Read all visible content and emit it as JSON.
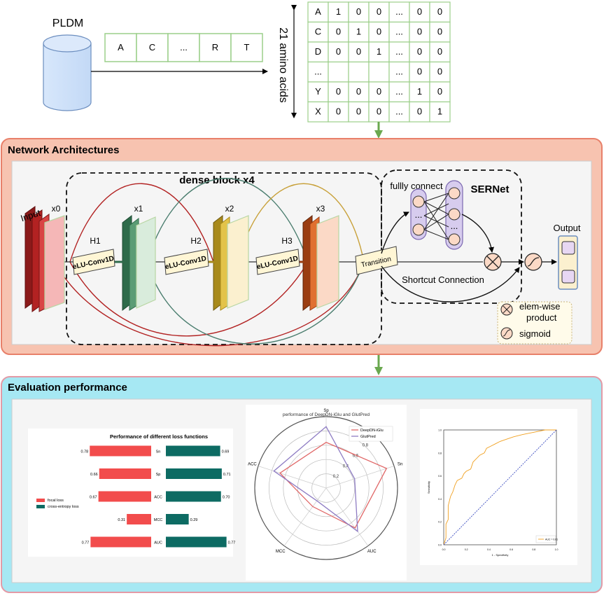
{
  "top": {
    "db_label": "PLDM",
    "sequence": [
      "A",
      "C",
      "...",
      "R",
      "T"
    ],
    "rotated_label": "21 amino acids",
    "onehot_rows": [
      [
        "A",
        "1",
        "0",
        "0",
        "...",
        "0",
        "0"
      ],
      [
        "C",
        "0",
        "1",
        "0",
        "...",
        "0",
        "0"
      ],
      [
        "D",
        "0",
        "0",
        "1",
        "...",
        "0",
        "0"
      ],
      [
        "...",
        "",
        "",
        "",
        "...",
        "0",
        "0"
      ],
      [
        "Y",
        "0",
        "0",
        "0",
        "...",
        "1",
        "0"
      ],
      [
        "X",
        "0",
        "0",
        "0",
        "...",
        "0",
        "1"
      ]
    ]
  },
  "network": {
    "title": "Network Architectures",
    "dense_block": "dense block x4",
    "input_label": "Input",
    "x_labels": [
      "x0",
      "x1",
      "x2",
      "x3"
    ],
    "h_labels": [
      "H1",
      "H2",
      "H3"
    ],
    "conv_label": "eLU-Conv1D",
    "transition_label": "Transition",
    "fully_connect": "fullly connect",
    "sernet": "SERNet",
    "dots": "...",
    "shortcut": "Shortcut Connection",
    "output": "Output",
    "legend_elem1": "elem-wise",
    "legend_elem2": "product",
    "legend_sigmoid": "sigmoid"
  },
  "evaluation": {
    "title": "Evaluation performance"
  },
  "colors": {
    "network_fill": "#f7c3b0",
    "network_border": "#e8806a",
    "eval_fill": "#a6e8f3",
    "eval_border": "#e39aa6",
    "green_arrow": "#6aa84f",
    "red_line": "#b22222",
    "teal_line": "#4a7d6e",
    "gold_line": "#c8a13a"
  },
  "chart_data": [
    {
      "type": "bar",
      "title": "Performance of different loss functions",
      "categories": [
        "Sn",
        "Sp",
        "ACC",
        "MCC",
        "AUC"
      ],
      "series": [
        {
          "name": "focal loss",
          "values": [
            0.78,
            0.66,
            0.67,
            0.31,
            0.77
          ],
          "color": "#f24c4c"
        },
        {
          "name": "cross-entropy loss",
          "values": [
            0.69,
            0.71,
            0.7,
            0.29,
            0.77
          ],
          "color": "#0d6b63"
        }
      ]
    },
    {
      "type": "radar",
      "title": "performance of DeepDN-iGlu and GlutPred",
      "axes": [
        "Sp",
        "Sn",
        "AUC",
        "MCC",
        "ACC"
      ],
      "ticks": [
        "0.2",
        "0.4",
        "0.6",
        "0.8"
      ],
      "rmax": 1.0,
      "series": [
        {
          "name": "DeepDN-iGlu",
          "values": [
            0.64,
            0.89,
            0.69,
            0.32,
            0.68
          ],
          "color": "#e06666"
        },
        {
          "name": "GlutPred",
          "values": [
            0.86,
            0.42,
            0.75,
            0.22,
            0.77
          ],
          "color": "#8e7cc3"
        }
      ]
    },
    {
      "type": "line",
      "title": "",
      "xlabel": "1 - Specificity",
      "ylabel": "Sensitivity",
      "xlim": [
        0,
        1
      ],
      "ylim": [
        0,
        1
      ],
      "xticks": [
        "0.0",
        "0.2",
        "0.4",
        "0.6",
        "0.8",
        "1.0"
      ],
      "yticks": [
        "0.0",
        "0.2",
        "0.4",
        "0.6",
        "0.8",
        "1.0"
      ],
      "legend": "AUC = 0.81",
      "series": [
        {
          "name": "AUC = 0.81",
          "color": "#f0a020",
          "points": [
            [
              0,
              0
            ],
            [
              0.02,
              0.06
            ],
            [
              0.02,
              0.18
            ],
            [
              0.04,
              0.22
            ],
            [
              0.04,
              0.34
            ],
            [
              0.06,
              0.42
            ],
            [
              0.08,
              0.46
            ],
            [
              0.1,
              0.52
            ],
            [
              0.12,
              0.56
            ],
            [
              0.16,
              0.58
            ],
            [
              0.18,
              0.62
            ],
            [
              0.2,
              0.64
            ],
            [
              0.24,
              0.66
            ],
            [
              0.26,
              0.72
            ],
            [
              0.28,
              0.74
            ],
            [
              0.32,
              0.78
            ],
            [
              0.36,
              0.8
            ],
            [
              0.38,
              0.84
            ],
            [
              0.42,
              0.86
            ],
            [
              0.46,
              0.88
            ],
            [
              0.5,
              0.9
            ],
            [
              0.56,
              0.92
            ],
            [
              0.62,
              0.94
            ],
            [
              0.7,
              0.96
            ],
            [
              0.8,
              0.98
            ],
            [
              0.9,
              1.0
            ],
            [
              1.0,
              1.0
            ]
          ]
        },
        {
          "name": "",
          "color": "#3b4cc0",
          "dashed": true,
          "points": [
            [
              0,
              0
            ],
            [
              1,
              1
            ]
          ]
        }
      ]
    }
  ]
}
